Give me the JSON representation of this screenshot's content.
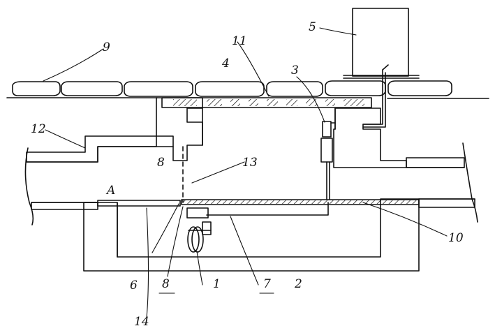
{
  "labels": {
    "n1": "1",
    "n2": "2",
    "n3": "3",
    "n4": "4",
    "n5": "5",
    "n6": "6",
    "n7": "7",
    "n8a": "8",
    "n8b": "8",
    "n9": "9",
    "n10": "10",
    "n11": "11",
    "n12": "12",
    "n13": "13",
    "n14": "14",
    "a": "A"
  }
}
